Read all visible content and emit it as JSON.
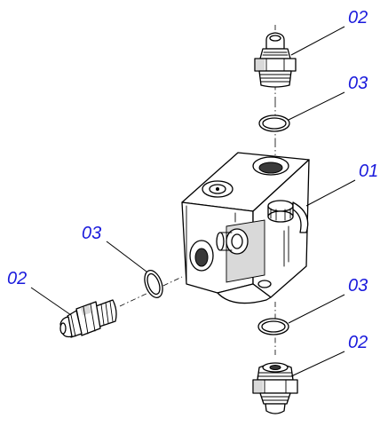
{
  "callouts": [
    {
      "id": "fitting-top",
      "label": "02"
    },
    {
      "id": "oring-top",
      "label": "03"
    },
    {
      "id": "body",
      "label": "01"
    },
    {
      "id": "oring-left",
      "label": "03"
    },
    {
      "id": "fitting-left",
      "label": "02"
    },
    {
      "id": "oring-bottom",
      "label": "03"
    },
    {
      "id": "fitting-bottom",
      "label": "02"
    }
  ],
  "colors": {
    "callout_text": "#1a1adc",
    "line": "#000000",
    "shade": "#d9d9d9"
  }
}
